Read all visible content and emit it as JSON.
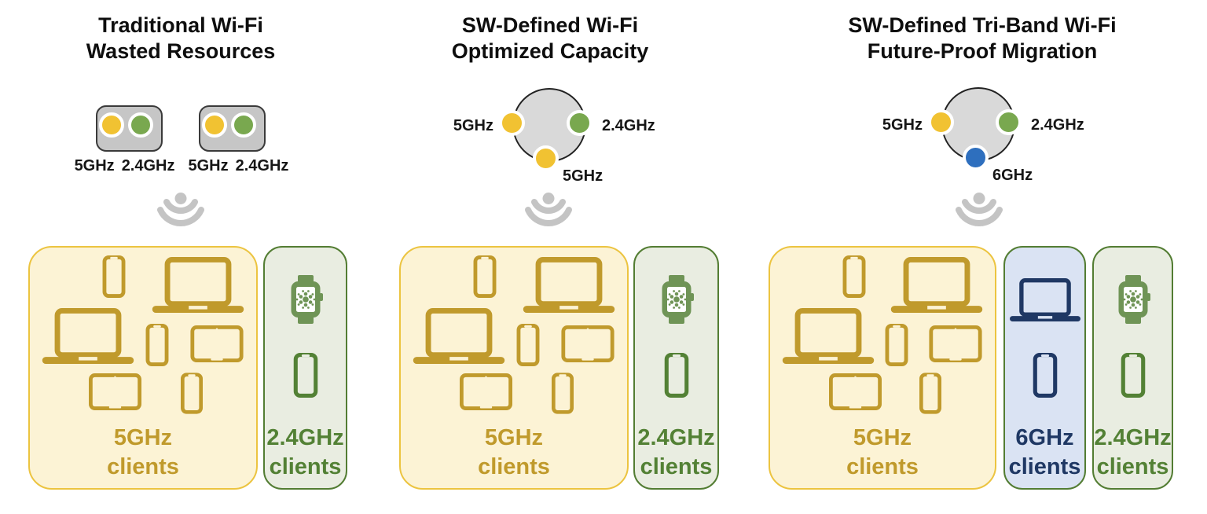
{
  "bands": {
    "band_5ghz": {
      "label": "5GHz",
      "color": "#F1C232"
    },
    "band_24ghz": {
      "label": "2.4GHz",
      "color": "#79A84F"
    },
    "band_6ghz": {
      "label": "6GHz",
      "color": "#2E6FBE"
    }
  },
  "colors": {
    "radio_chassis_fill": "#C6C6C6",
    "radio_chassis_border": "#3A3A3A",
    "sdr_circle_fill": "#D9D9D9",
    "sdr_circle_border": "#222222",
    "wifi_signal_gray": "#C4C4C4",
    "gold_box_fill": "#FCF3D5",
    "gold_box_border": "#ECC440",
    "gold_device_and_text": "#C09A2C",
    "green_box_fill": "#E9EDE1",
    "green_box_border": "#537D33",
    "green_device_and_text": "#538135",
    "watch_green": "#6F9456",
    "blue_box_fill": "#DAE3F3",
    "blue_box_border": "#537D33",
    "navy_device_and_text": "#1F3864",
    "title_text": "#0e0e0e"
  },
  "columns": [
    {
      "id": "traditional-wifi",
      "title_line1": "Traditional Wi-Fi",
      "title_line2": "Wasted Resources",
      "ap": {
        "type": "two-fixed-dual-band-radios",
        "radio_modules": [
          {
            "bands": [
              "5GHz",
              "2.4GHz"
            ]
          },
          {
            "bands": [
              "5GHz",
              "2.4GHz"
            ]
          }
        ],
        "band_labels": [
          "5GHz",
          "2.4GHz",
          "5GHz",
          "2.4GHz"
        ]
      },
      "client_boxes": [
        {
          "band": "5GHz",
          "label_line1": "5GHz",
          "label_line2": "clients",
          "theme": "gold",
          "devices": [
            "smartphone",
            "laptop",
            "laptop",
            "smartphone",
            "tablet",
            "tablet",
            "smartphone"
          ]
        },
        {
          "band": "2.4GHz",
          "label_line1": "2.4GHz",
          "label_line2": "clients",
          "theme": "green",
          "devices": [
            "smartwatch",
            "smartphone"
          ]
        }
      ]
    },
    {
      "id": "sw-defined-wifi",
      "title_line1": "SW-Defined Wi-Fi",
      "title_line2": "Optimized Capacity",
      "ap": {
        "type": "software-defined-radio-circle",
        "left_band": "5GHz",
        "right_band": "2.4GHz",
        "bottom_band": "5GHz"
      },
      "client_boxes": [
        {
          "band": "5GHz",
          "label_line1": "5GHz",
          "label_line2": "clients",
          "theme": "gold",
          "devices": [
            "smartphone",
            "laptop",
            "laptop",
            "smartphone",
            "tablet",
            "tablet",
            "smartphone"
          ]
        },
        {
          "band": "2.4GHz",
          "label_line1": "2.4GHz",
          "label_line2": "clients",
          "theme": "green",
          "devices": [
            "smartwatch",
            "smartphone"
          ]
        }
      ]
    },
    {
      "id": "sw-defined-tri-band-wifi",
      "title_line1": "SW-Defined Tri-Band Wi-Fi",
      "title_line2": "Future-Proof Migration",
      "ap": {
        "type": "software-defined-radio-circle",
        "left_band": "5GHz",
        "right_band": "2.4GHz",
        "bottom_band": "6GHz"
      },
      "client_boxes": [
        {
          "band": "5GHz",
          "label_line1": "5GHz",
          "label_line2": "clients",
          "theme": "gold",
          "devices": [
            "smartphone",
            "laptop",
            "laptop",
            "smartphone",
            "tablet",
            "tablet",
            "smartphone"
          ]
        },
        {
          "band": "6GHz",
          "label_line1": "6GHz",
          "label_line2": "clients",
          "theme": "blue",
          "devices": [
            "laptop",
            "smartphone"
          ]
        },
        {
          "band": "2.4GHz",
          "label_line1": "2.4GHz",
          "label_line2": "clients",
          "theme": "green",
          "devices": [
            "smartwatch",
            "smartphone"
          ]
        }
      ]
    }
  ]
}
